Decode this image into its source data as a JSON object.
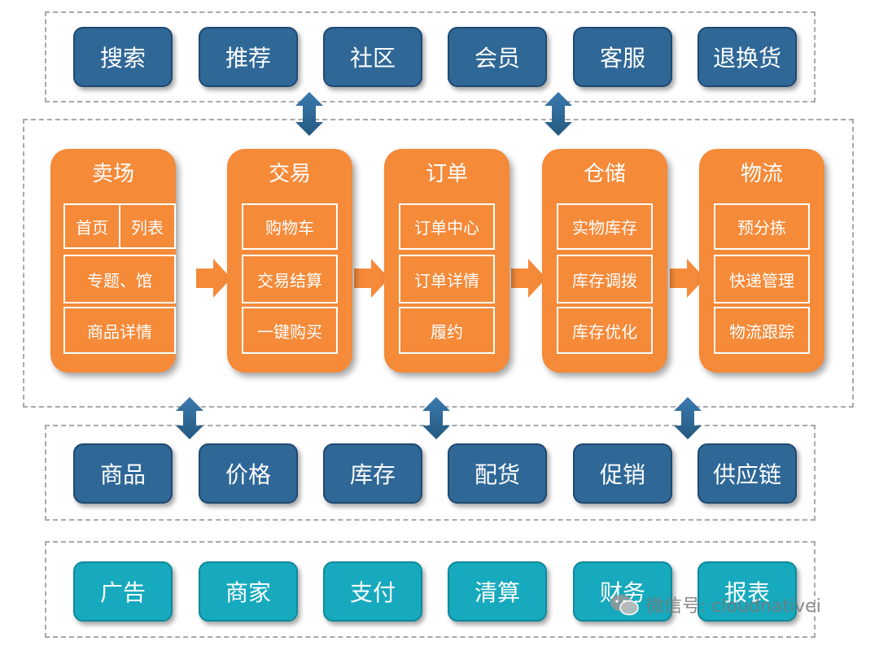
{
  "top_row": [
    "搜索",
    "推荐",
    "社区",
    "会员",
    "客服",
    "退换货"
  ],
  "cards": [
    {
      "title": "卖场",
      "items": [
        "首页",
        "列表",
        "专题、馆",
        "商品详情"
      ]
    },
    {
      "title": "交易",
      "items": [
        "购物车",
        "交易结算",
        "一键购买"
      ]
    },
    {
      "title": "订单",
      "items": [
        "订单中心",
        "订单详情",
        "履约"
      ]
    },
    {
      "title": "仓储",
      "items": [
        "实物库存",
        "库存调拨",
        "库存优化"
      ]
    },
    {
      "title": "物流",
      "items": [
        "预分拣",
        "快递管理",
        "物流跟踪"
      ]
    }
  ],
  "mid_row": [
    "商品",
    "价格",
    "库存",
    "配货",
    "促销",
    "供应链"
  ],
  "bottom_row": [
    "广告",
    "商家",
    "支付",
    "清算",
    "财务",
    "报表"
  ],
  "watermark": "微信号: cloudnativei",
  "colors": {
    "blue": "#2f6797",
    "orange": "#f58a39",
    "teal": "#17a9bd"
  }
}
